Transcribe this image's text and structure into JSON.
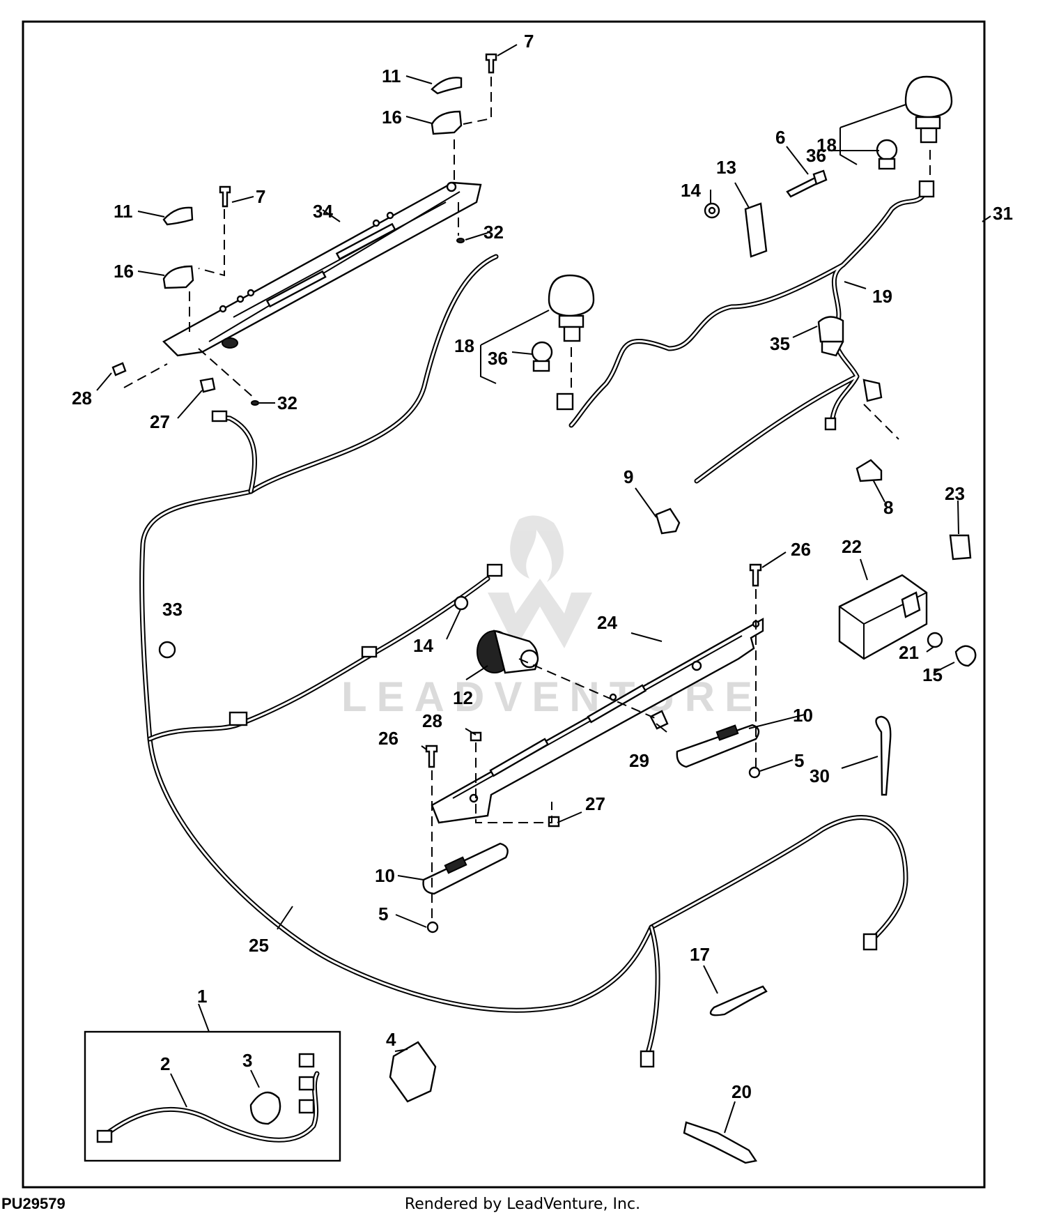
{
  "figure_id": "PU29579",
  "credit": "Rendered by LeadVenture, Inc.",
  "watermark": "LEADVENTURE",
  "callouts": [
    "1",
    "2",
    "3",
    "4",
    "5",
    "5",
    "6",
    "7",
    "7",
    "8",
    "9",
    "10",
    "10",
    "11",
    "11",
    "12",
    "13",
    "14",
    "14",
    "15",
    "16",
    "16",
    "17",
    "18",
    "18",
    "19",
    "20",
    "21",
    "22",
    "23",
    "24",
    "25",
    "26",
    "26",
    "27",
    "27",
    "28",
    "28",
    "29",
    "30",
    "31",
    "32",
    "32",
    "33",
    "34",
    "35",
    "36",
    "36"
  ]
}
